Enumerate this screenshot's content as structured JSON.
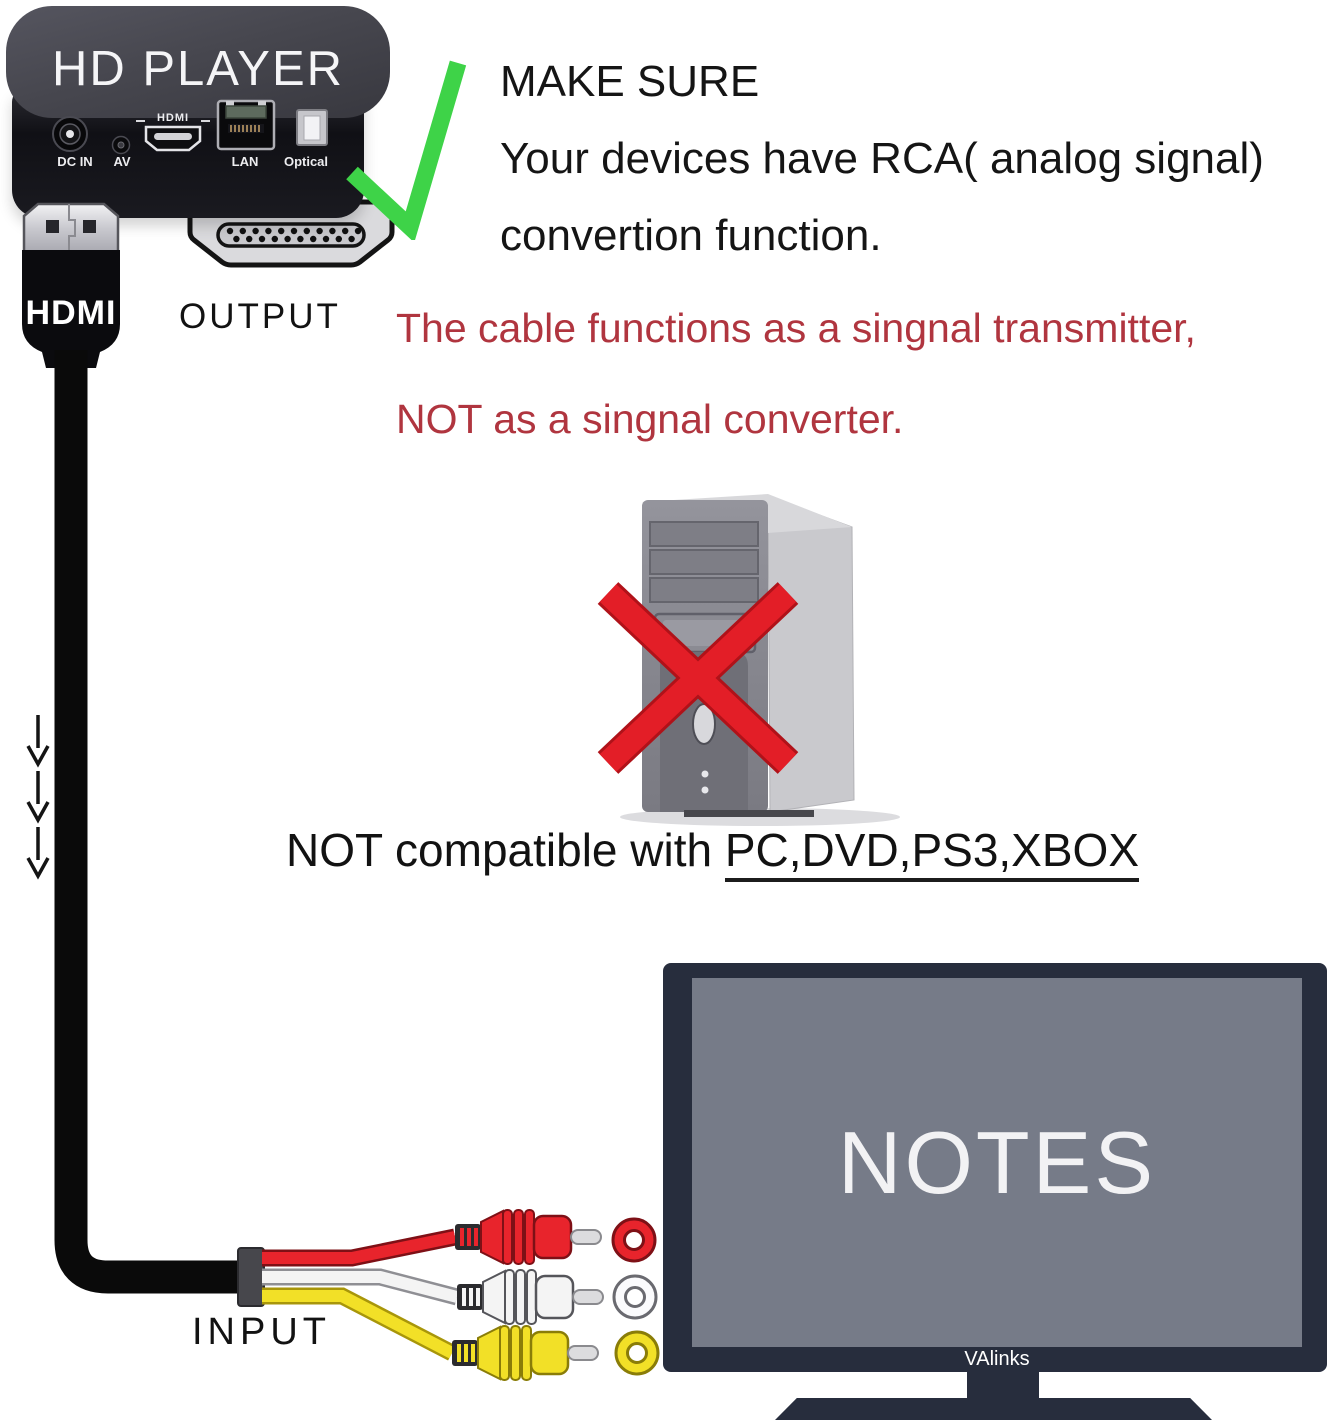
{
  "hd_player": {
    "title": "HD PLAYER",
    "ports": [
      {
        "label": "DC IN"
      },
      {
        "label": "AV"
      },
      {
        "label": "HDMI"
      },
      {
        "label": "LAN"
      },
      {
        "label": "Optical"
      }
    ]
  },
  "hdmi_plug": {
    "label": "HDMI"
  },
  "output": {
    "label": "OUTPUT"
  },
  "input": {
    "label": "INPUT"
  },
  "make_sure": {
    "line1": "MAKE SURE",
    "line2": "Your devices have RCA( analog signal)",
    "line3": "convertion function."
  },
  "warning": {
    "line1": "The cable functions as a singnal transmitter,",
    "line2": "NOT as a singnal converter.",
    "color": "#b0353f"
  },
  "compatibility": {
    "prefix": "NOT compatible with ",
    "devices": "PC,DVD,PS3,XBOX"
  },
  "tv": {
    "screen_text": "NOTES",
    "brand": "VAlinks",
    "bezel_color": "#272d3d",
    "screen_color": "#767b88"
  },
  "icons": {
    "check_icon_color": "#3ed348",
    "cross_icon_color": "#e31e27",
    "rca_red": "#e8242c",
    "rca_white": "#f4f4f4",
    "rca_yellow": "#f2e027",
    "cable_color": "#0a0a0a"
  }
}
